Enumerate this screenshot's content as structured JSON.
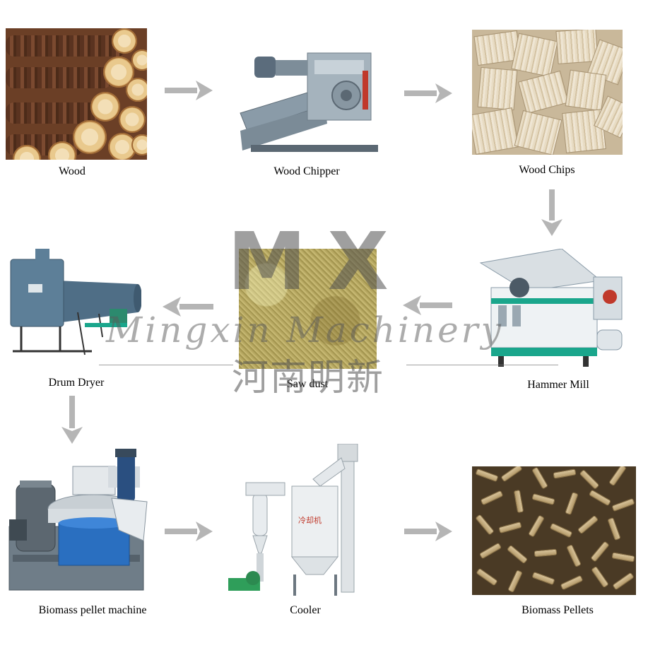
{
  "nodes": {
    "wood": {
      "label": "Wood",
      "icon": "wood-logs-photo"
    },
    "wood_chipper": {
      "label": "Wood Chipper",
      "icon": "wood-chipper-photo"
    },
    "wood_chips": {
      "label": "Wood Chips",
      "icon": "wood-chips-photo"
    },
    "hammer_mill": {
      "label": "Hammer Mill",
      "icon": "hammer-mill-photo"
    },
    "saw_dust": {
      "label": "Saw dust",
      "icon": "sawdust-photo"
    },
    "drum_dryer": {
      "label": "Drum Dryer",
      "icon": "drum-dryer-photo"
    },
    "pellet_machine": {
      "label": "Biomass pellet machine",
      "icon": "pellet-machine-photo"
    },
    "cooler": {
      "label": "Cooler",
      "icon": "cooler-photo"
    },
    "biomass_pellets": {
      "label": "Biomass Pellets",
      "icon": "pellets-photo"
    }
  },
  "flow": [
    [
      "wood",
      "wood_chipper"
    ],
    [
      "wood_chipper",
      "wood_chips"
    ],
    [
      "wood_chips",
      "hammer_mill"
    ],
    [
      "hammer_mill",
      "saw_dust"
    ],
    [
      "saw_dust",
      "drum_dryer"
    ],
    [
      "drum_dryer",
      "pellet_machine"
    ],
    [
      "pellet_machine",
      "cooler"
    ],
    [
      "cooler",
      "biomass_pellets"
    ]
  ],
  "watermark": {
    "logo": "MX",
    "brand": "Mingxin Machinery",
    "brand_cn": "河南明新"
  },
  "colors": {
    "arrow": "#b5b5b5",
    "label": "#000000",
    "machine_blue": "#3f6fa8",
    "machine_teal": "#1aa68c",
    "machine_gray": "#8a9ba8"
  }
}
